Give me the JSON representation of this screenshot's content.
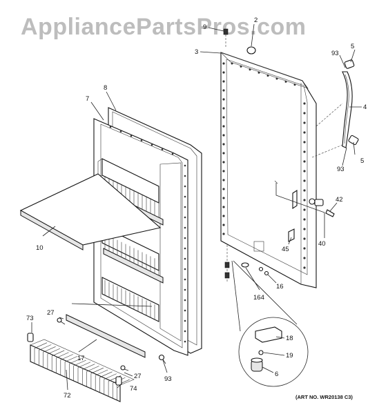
{
  "watermark": "AppliancePartsPros.com",
  "art_number": "(ART NO. WR20138 C3)",
  "callouts": {
    "p2": "2",
    "p3": "3",
    "p4": "4",
    "p5a": "5",
    "p5b": "5",
    "p6": "6",
    "p7": "7",
    "p8": "8",
    "p9": "9",
    "p10": "10",
    "p16": "16",
    "p17": "17",
    "p18": "18",
    "p19": "19",
    "p27a": "27",
    "p27b": "27",
    "p40": "40",
    "p42": "42",
    "p45": "45",
    "p72": "72",
    "p73": "73",
    "p74": "74",
    "p93a": "93",
    "p93b": "93",
    "p93c": "93",
    "p164": "164"
  }
}
